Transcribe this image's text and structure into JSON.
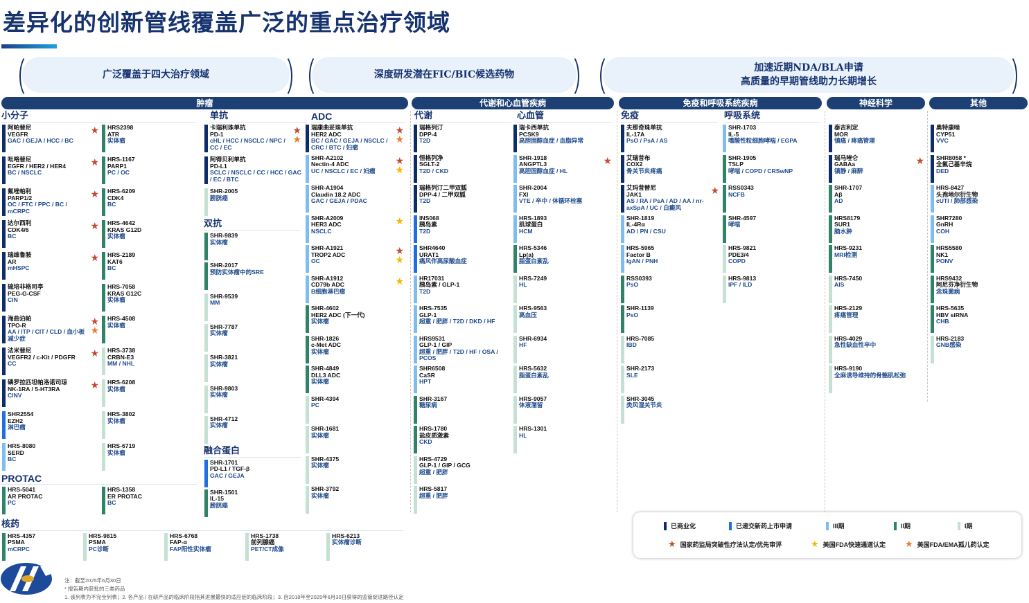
{
  "title": "差异化的创新管线覆盖广泛的重点治疗领域",
  "banners": [
    "广泛覆盖于四大治疗领域",
    "深度研发潜在FIC/BIC候选药物",
    "加速近期NDA/BLA申请",
    "高质量的早期管线助力长期增长"
  ],
  "categories": {
    "oncology": "肿瘤",
    "metabolic_cardio": "代谢和心血管疾病",
    "immune_resp": "免疫和呼吸系统疾病",
    "neuro": "神经科学",
    "other": "其他"
  },
  "colors": {
    "commercial": "#0d2c6a",
    "nda": "#1f6fe0",
    "p3": "#7ebdf0",
    "p2": "#2f8468",
    "p1": "#c4e1d3",
    "star_red": "#c24a30",
    "star_yellow": "#f4b700",
    "star_orange": "#ea7b2b"
  },
  "groups": {
    "sm1": {
      "label": "小分子",
      "items": [
        {
          "name": "阿帕替尼",
          "target": "VEGFR",
          "ind": "GAC / GEJA / HCC / BC",
          "phase": "commercial",
          "stars": [
            "red"
          ]
        },
        {
          "name": "吡咯替尼",
          "target": "EGFR / HER2 / HER4",
          "ind": "BC / NSCLC",
          "phase": "commercial",
          "stars": [
            "red"
          ]
        },
        {
          "name": "氟唑帕利",
          "target": "PARP1/2",
          "ind": "OC / FTC / PPC / BC / mCRPC",
          "phase": "commercial",
          "stars": [
            "red"
          ]
        },
        {
          "name": "达尔西利",
          "target": "CDK4/6",
          "ind": "BC",
          "phase": "commercial",
          "stars": [
            "red"
          ]
        },
        {
          "name": "瑞维鲁胺",
          "target": "AR",
          "ind": "mHSPC",
          "phase": "commercial",
          "stars": [
            "red"
          ]
        },
        {
          "name": "硫培非格司亭",
          "target": "PEG-G-CSF",
          "ind": "CIN",
          "phase": "commercial",
          "stars": []
        },
        {
          "name": "海曲泊帕",
          "target": "TPO-R",
          "ind": "AA / ITP / CIT / CLD / 血小板减少症",
          "phase": "commercial",
          "stars": [
            "red",
            "orange"
          ]
        },
        {
          "name": "法米替尼",
          "target": "VEGFR2 / c-Kit / PDGFR",
          "ind": "CC",
          "phase": "commercial",
          "stars": [
            "red"
          ]
        },
        {
          "name": "磷罗拉匹坦帕洛诺司琼",
          "target": "NK-1RA / 5-HT3RA",
          "ind": "CINV",
          "phase": "commercial",
          "stars": [
            "red"
          ]
        },
        {
          "name": "SHR2554",
          "target": "EZH2",
          "ind": "淋巴瘤",
          "phase": "nda",
          "stars": []
        },
        {
          "name": "HRS-8080",
          "target": "SERD",
          "ind": "BC",
          "phase": "p3",
          "stars": []
        }
      ]
    },
    "sm2": {
      "items": [
        {
          "name": "HRS2398",
          "target": "ATR",
          "ind": "实体瘤",
          "phase": "p2",
          "stars": []
        },
        {
          "name": "HRS-1167",
          "target": "PARP1",
          "ind": "PC / OC",
          "phase": "p2",
          "stars": []
        },
        {
          "name": "HRS-6209",
          "target": "CDK4",
          "ind": "BC",
          "phase": "p2",
          "stars": []
        },
        {
          "name": "HRS-4642",
          "target": "KRAS G12D",
          "ind": "实体瘤",
          "phase": "p2",
          "stars": []
        },
        {
          "name": "HRS-2189",
          "target": "KAT6",
          "ind": "BC",
          "phase": "p2",
          "stars": []
        },
        {
          "name": "HRS-7058",
          "target": "KRAS G12C",
          "ind": "实体瘤",
          "phase": "p2",
          "stars": []
        },
        {
          "name": "HRS-4508",
          "ind": "实体瘤",
          "phase": "p2",
          "stars": []
        },
        {
          "name": "HRS-3738",
          "target": "CRBN-E3",
          "ind": "MM / NHL",
          "phase": "p1",
          "stars": []
        },
        {
          "name": "HRS-6208",
          "ind": "实体瘤",
          "phase": "p1",
          "stars": []
        },
        {
          "name": "HRS-3802",
          "ind": "实体瘤",
          "phase": "p1",
          "stars": []
        },
        {
          "name": "HRS-6719",
          "ind": "实体瘤",
          "phase": "p1",
          "stars": []
        }
      ]
    },
    "protac": {
      "label": "PROTAC",
      "items": [
        {
          "name": "HRS-5041",
          "target": "AR PROTAC",
          "ind": "PC",
          "phase": "p2",
          "stars": []
        },
        {
          "name": "HRS-1358",
          "target": "ER PROTAC",
          "ind": "BC",
          "phase": "p2",
          "stars": []
        }
      ]
    },
    "nuclear": {
      "label": "核药",
      "items": [
        {
          "name": "HRS-4357",
          "target": "PSMA",
          "ind": "mCRPC",
          "phase": "p2",
          "stars": []
        },
        {
          "name": "HRS-9815",
          "target": "PSMA",
          "ind": "PC诊断",
          "phase": "p1",
          "stars": []
        },
        {
          "name": "HRS-6768",
          "target": "FAP-α",
          "ind": "FAP阳性实体瘤",
          "phase": "p1",
          "stars": []
        },
        {
          "name": "HRS-1738",
          "target": "前列腺癌",
          "ind": "PET/CT成像",
          "phase": "p1",
          "stars": []
        },
        {
          "name": "HRS-6213",
          "ind": "实体瘤诊断",
          "phase": "p1",
          "stars": []
        }
      ]
    },
    "mab": {
      "label": "单抗",
      "items": [
        {
          "name": "卡瑞利珠单抗",
          "target": "PD-1",
          "ind": "cHL / HCC / NSCLC / NPC / CC / EC",
          "phase": "commercial",
          "stars": [
            "red",
            "orange"
          ]
        },
        {
          "name": "阿得贝利单抗",
          "target": "PD-L1",
          "ind": "SCLC / NSCLC / CC / HCC / GAC / EC / BTC",
          "phase": "commercial",
          "stars": []
        },
        {
          "name": "SHR-2005",
          "ind": "膀胱癌",
          "phase": "p1",
          "stars": []
        }
      ]
    },
    "bispecific": {
      "label": "双抗",
      "items": [
        {
          "name": "SHR-9839",
          "ind": "实体瘤",
          "phase": "p2",
          "stars": []
        },
        {
          "name": "SHR-2017",
          "ind": "预防实体瘤中的SRE",
          "phase": "p2",
          "stars": []
        },
        {
          "name": "SHR-9539",
          "ind": "MM",
          "phase": "p1",
          "stars": []
        },
        {
          "name": "SHR-7787",
          "ind": "实体瘤",
          "phase": "p1",
          "stars": []
        },
        {
          "name": "SHR-3821",
          "ind": "实体瘤",
          "phase": "p1",
          "stars": []
        },
        {
          "name": "SHR-9803",
          "ind": "实体瘤",
          "phase": "p1",
          "stars": []
        },
        {
          "name": "SHR-4712",
          "ind": "实体瘤",
          "phase": "p1",
          "stars": []
        }
      ]
    },
    "fusion": {
      "label": "融合蛋白",
      "items": [
        {
          "name": "SHR-1701",
          "target": "PD-L1 / TGF-β",
          "ind": "GAC / GEJA",
          "phase": "nda",
          "stars": []
        },
        {
          "name": "SHR-1501",
          "target": "IL-15",
          "ind": "膀胱癌",
          "phase": "p2",
          "stars": []
        }
      ]
    },
    "adc": {
      "label": "ADC",
      "items": [
        {
          "name": "瑞康曲妥珠单抗",
          "target": "HER2 ADC",
          "ind": "BC / GAC / GEJA / NSCLC / CRC / BTC / 妇瘤",
          "phase": "commercial",
          "stars": [
            "red",
            "orange"
          ]
        },
        {
          "name": "SHR-A2102",
          "target": "Nectin-4 ADC",
          "ind": "UC / NSCLC / EC / 妇瘤",
          "phase": "p3",
          "stars": [
            "red",
            "yellow"
          ]
        },
        {
          "name": "SHR-A1904",
          "target": "Claudin 18.2 ADC",
          "ind": "GAC / GEJA / PDAC",
          "phase": "p3",
          "stars": []
        },
        {
          "name": "SHR-A2009",
          "target": "HER3 ADC",
          "ind": "NSCLC",
          "phase": "p3",
          "stars": [
            "yellow"
          ]
        },
        {
          "name": "SHR-A1921",
          "target": "TROP2 ADC",
          "ind": "OC",
          "phase": "p3",
          "stars": [
            "red",
            "yellow"
          ]
        },
        {
          "name": "SHR-A1912",
          "target": "CD79b ADC",
          "ind": "B细胞淋巴瘤",
          "phase": "p3",
          "stars": [
            "yellow"
          ]
        },
        {
          "name": "SHR-4602",
          "target": "HER2 ADC (下一代)",
          "ind": "实体瘤",
          "phase": "p2",
          "stars": []
        },
        {
          "name": "SHR-1826",
          "target": "c-Met ADC",
          "ind": "实体瘤",
          "phase": "p2",
          "stars": []
        },
        {
          "name": "SHR-4849",
          "target": "DLL3 ADC",
          "ind": "实体瘤",
          "phase": "p2",
          "stars": []
        },
        {
          "name": "SHR-4394",
          "ind": "PC",
          "phase": "p1",
          "stars": []
        },
        {
          "name": "SHR-1681",
          "ind": "实体瘤",
          "phase": "p1",
          "stars": []
        },
        {
          "name": "SHR-4375",
          "ind": "实体瘤",
          "phase": "p1",
          "stars": []
        },
        {
          "name": "SHR-3792",
          "ind": "实体瘤",
          "phase": "p1",
          "stars": []
        }
      ]
    },
    "metab": {
      "label": "代谢",
      "items": [
        {
          "name": "瑞格列汀",
          "target": "DPP-4",
          "ind": "T2D",
          "phase": "commercial",
          "stars": []
        },
        {
          "name": "恒格列净",
          "target": "SGLT-2",
          "ind": "T2D / CKD",
          "phase": "commercial",
          "stars": []
        },
        {
          "name": "瑞格列汀二甲双胍",
          "target": "DPP-4 / 二甲双胍",
          "ind": "T2D",
          "phase": "commercial",
          "stars": []
        },
        {
          "name": "INS068",
          "target": "胰岛素",
          "ind": "T2D",
          "phase": "nda",
          "stars": []
        },
        {
          "name": "SHR4640",
          "target": "URAT1",
          "ind": "痛风伴高尿酸血症",
          "phase": "nda",
          "stars": []
        },
        {
          "name": "HR17031",
          "target": "胰岛素 / GLP-1",
          "ind": "T2D",
          "phase": "p3",
          "stars": []
        },
        {
          "name": "HRS-7535",
          "target": "GLP-1",
          "ind": "超重 / 肥胖 / T2D / DKD / HF",
          "phase": "p3",
          "stars": []
        },
        {
          "name": "HRS9531",
          "target": "GLP-1 / GIP",
          "ind": "超重 / 肥胖 / T2D / HF / OSA / PCOS",
          "phase": "p3",
          "stars": []
        },
        {
          "name": "SHR6508",
          "target": "CaSR",
          "ind": "HPT",
          "phase": "p3",
          "stars": []
        },
        {
          "name": "SHR-3167",
          "ind": "糖尿病",
          "phase": "p2",
          "stars": []
        },
        {
          "name": "HRS-1780",
          "target": "盐皮质激素",
          "ind": "CKD",
          "phase": "p2",
          "stars": []
        },
        {
          "name": "HRS-4729",
          "target": "GLP-1 / GIP / GCG",
          "ind": "超重 / 肥胖",
          "phase": "p1",
          "stars": []
        },
        {
          "name": "HRS-5817",
          "ind": "超重 / 肥胖",
          "phase": "p1",
          "stars": []
        }
      ]
    },
    "cardio": {
      "label": "心血管",
      "items": [
        {
          "name": "瑞卡西单抗",
          "target": "PCSK9",
          "ind": "高胆固醇血症 / 血脂异常",
          "phase": "commercial",
          "stars": []
        },
        {
          "name": "SHR-1918",
          "target": "ANGPTL3",
          "ind": "高胆固醇血症 / HL",
          "phase": "p3",
          "stars": [
            "red"
          ]
        },
        {
          "name": "SHR-2004",
          "target": "FXI",
          "ind": "VTE / 卒中 / 体循环栓塞",
          "phase": "p3",
          "stars": []
        },
        {
          "name": "HRS-1893",
          "target": "肌球蛋白",
          "ind": "HCM",
          "phase": "p3",
          "stars": []
        },
        {
          "name": "HRS-5346",
          "target": "Lp(a)",
          "ind": "脂蛋白紊乱",
          "phase": "p2",
          "stars": []
        },
        {
          "name": "HRS-7249",
          "ind": "HL",
          "phase": "p1",
          "stars": []
        },
        {
          "name": "HRS-9563",
          "ind": "高血压",
          "phase": "p1",
          "stars": []
        },
        {
          "name": "SHR-6934",
          "ind": "HF",
          "phase": "p1",
          "stars": []
        },
        {
          "name": "HRS-5632",
          "ind": "脂蛋白紊乱",
          "phase": "p1",
          "stars": []
        },
        {
          "name": "HRS-9057",
          "ind": "体液潴留",
          "phase": "p1",
          "stars": []
        },
        {
          "name": "HRS-1301",
          "ind": "HL",
          "phase": "p1",
          "stars": []
        }
      ]
    },
    "immune": {
      "label": "免疫",
      "items": [
        {
          "name": "夫那奇珠单抗",
          "target": "IL-17A",
          "ind": "PsO / PsA / AS",
          "phase": "commercial",
          "stars": []
        },
        {
          "name": "艾瑞昔布",
          "target": "COX2",
          "ind": "骨关节炎疼痛",
          "phase": "commercial",
          "stars": []
        },
        {
          "name": "艾玛昔替尼",
          "target": "JAK1",
          "ind": "AS / RA / PsA / AD / AA / nr-axSpA / UC / 白癜风",
          "phase": "commercial",
          "stars": [
            "red"
          ]
        },
        {
          "name": "SHR-1819",
          "target": "IL-4Rα",
          "ind": "AD / PN / CSU",
          "phase": "p3",
          "stars": []
        },
        {
          "name": "HRS-5965",
          "target": "Factor B",
          "ind": "IgAN / PNH",
          "phase": "p3",
          "stars": []
        },
        {
          "name": "RSS0393",
          "ind": "PsO",
          "phase": "p2",
          "stars": []
        },
        {
          "name": "SHR-1139",
          "ind": "PsO",
          "phase": "p2",
          "stars": []
        },
        {
          "name": "HRS-7085",
          "ind": "IBD",
          "phase": "p1",
          "stars": []
        },
        {
          "name": "SHR-2173",
          "ind": "SLE",
          "phase": "p1",
          "stars": []
        },
        {
          "name": "SHR-3045",
          "ind": "类风湿关节炎",
          "phase": "p1",
          "stars": []
        }
      ]
    },
    "resp": {
      "label": "呼吸系统",
      "items": [
        {
          "name": "SHR-1703",
          "target": "IL-5",
          "ind": "嗜酸性粒细胞哮喘 / EGPA",
          "phase": "p3",
          "stars": []
        },
        {
          "name": "SHR-1905",
          "target": "TSLP",
          "ind": "哮喘 / COPD / CRSwNP",
          "phase": "p2",
          "stars": []
        },
        {
          "name": "RSS0343",
          "ind": "NCFB",
          "phase": "p2",
          "stars": []
        },
        {
          "name": "SHR-4597",
          "ind": "哮喘",
          "phase": "p2",
          "stars": []
        },
        {
          "name": "HRS-9821",
          "target": "PDE3/4",
          "ind": "COPD",
          "phase": "p1",
          "stars": []
        },
        {
          "name": "HRS-9813",
          "ind": "IPF / ILD",
          "phase": "p1",
          "stars": []
        }
      ]
    },
    "neuro": {
      "items": [
        {
          "name": "泰吉利定",
          "target": "MOR",
          "ind": "镇痛 / 疼痛管理",
          "phase": "commercial",
          "stars": []
        },
        {
          "name": "瑞马唑仑",
          "target": "GABAa",
          "ind": "镇静 / 麻醉",
          "phase": "commercial",
          "stars": [
            "red"
          ]
        },
        {
          "name": "SHR-1707",
          "target": "Aβ",
          "ind": "AD",
          "phase": "p2",
          "stars": []
        },
        {
          "name": "HRS8179",
          "target": "SUR1",
          "ind": "脑水肿",
          "phase": "p2",
          "stars": []
        },
        {
          "name": "HRS-9231",
          "ind": "MRI检测",
          "phase": "p2",
          "stars": []
        },
        {
          "name": "HRS-7450",
          "ind": "AIS",
          "phase": "p1",
          "stars": []
        },
        {
          "name": "HRS-2129",
          "ind": "疼痛管理",
          "phase": "p1",
          "stars": []
        },
        {
          "name": "HRS-4029",
          "ind": "急性缺血性卒中",
          "phase": "p1",
          "stars": []
        },
        {
          "name": "HRS-9190",
          "ind": "全麻诱导维持的骨骼肌松弛",
          "phase": "p1",
          "stars": []
        }
      ]
    },
    "other": {
      "items": [
        {
          "name": "奥特康唑",
          "target": "CYP51",
          "ind": "VVC",
          "phase": "commercial",
          "stars": []
        },
        {
          "name": "SHR8058 *",
          "target": "全氟己基辛烷",
          "ind": "DED",
          "phase": "commercial",
          "stars": []
        },
        {
          "name": "HRS-8427",
          "target": "头孢地尔衍生物",
          "ind": "cUTI / 肺部感染",
          "phase": "p3",
          "stars": []
        },
        {
          "name": "SHR7280",
          "target": "GnRH",
          "ind": "COH",
          "phase": "p3",
          "stars": []
        },
        {
          "name": "HRS5580",
          "target": "NK1",
          "ind": "PONV",
          "phase": "p2",
          "stars": []
        },
        {
          "name": "HRS9432",
          "target": "阿尼芬净衍生物",
          "ind": "念珠菌病",
          "phase": "p2",
          "stars": []
        },
        {
          "name": "HRS-5635",
          "target": "HBV siRNA",
          "ind": "CHB",
          "phase": "p2",
          "stars": []
        },
        {
          "name": "HRS-2183",
          "ind": "GNB感染",
          "phase": "p1",
          "stars": []
        }
      ]
    }
  },
  "legend": {
    "phases": [
      {
        "label": "已商业化",
        "phase": "commercial"
      },
      {
        "label": "已递交新药上市申请",
        "phase": "nda"
      },
      {
        "label": "III期",
        "phase": "p3"
      },
      {
        "label": "II期",
        "phase": "p2"
      },
      {
        "label": "I期",
        "phase": "p1"
      }
    ],
    "stars": [
      {
        "label": "国家药监局突破性疗法认定/优先审评",
        "color": "red"
      },
      {
        "label": "美国FDA快速通道认定",
        "color": "yellow"
      },
      {
        "label": "美国FDA/EMA孤儿药认定",
        "color": "orange"
      }
    ]
  },
  "notes": [
    "注：截至2025年6月30日",
    "* 报告期内获批的三类药品",
    "1. 该列表为不完全列表；2. 各产品 / 在研产品的临床阶段指其进展最快的适应症的临床阶段；3. 自2018年至2025年6月30日获得的监管促进路径认定"
  ]
}
